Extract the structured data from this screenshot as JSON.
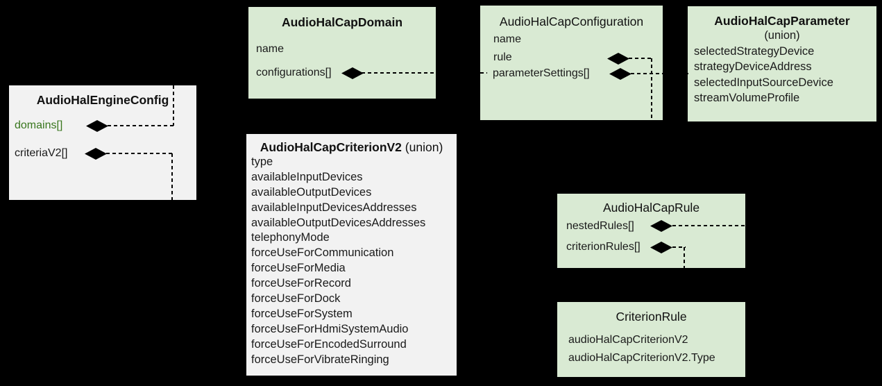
{
  "colors": {
    "background": "#000000",
    "green_box": "#d9ead3",
    "gray_box": "#f2f2f2",
    "green_text": "#38761d",
    "text": "#1a1a1a",
    "connector_line": "#000000"
  },
  "icons": {
    "aggregation_diamond": "filled-diamond"
  },
  "boxes": {
    "engine": {
      "title": "AudioHalEngineConfig",
      "items": [
        "domains[]",
        "criteriaV2[]"
      ]
    },
    "domain": {
      "title": "AudioHalCapDomain",
      "items": [
        "name",
        "configurations[]"
      ]
    },
    "configuration": {
      "title": "AudioHalCapConfiguration",
      "items": [
        "name",
        "rule",
        "parameterSettings[]"
      ]
    },
    "parameter": {
      "title": "AudioHalCapParameter",
      "subtitle": "(union)",
      "items": [
        "selectedStrategyDevice",
        "strategyDeviceAddress",
        "selectedInputSourceDevice",
        "streamVolumeProfile"
      ]
    },
    "criterionV2": {
      "title": "AudioHalCapCriterionV2",
      "subtitle": "(union)",
      "items": [
        "type",
        "availableInputDevices",
        "availableOutputDevices",
        "availableInputDevicesAddresses",
        "availableOutputDevicesAddresses",
        "telephonyMode",
        "forceUseForCommunication",
        "forceUseForMedia",
        "forceUseForRecord",
        "forceUseForDock",
        "forceUseForSystem",
        "forceUseForHdmiSystemAudio",
        "forceUseForEncodedSurround",
        "forceUseForVibrateRinging"
      ]
    },
    "rule": {
      "title": "AudioHalCapRule",
      "items": [
        "nestedRules[]",
        "criterionRules[]"
      ]
    },
    "criterion_rule": {
      "title": "CriterionRule",
      "items": [
        "audioHalCapCriterionV2",
        "audioHalCapCriterionV2.Type"
      ]
    }
  }
}
